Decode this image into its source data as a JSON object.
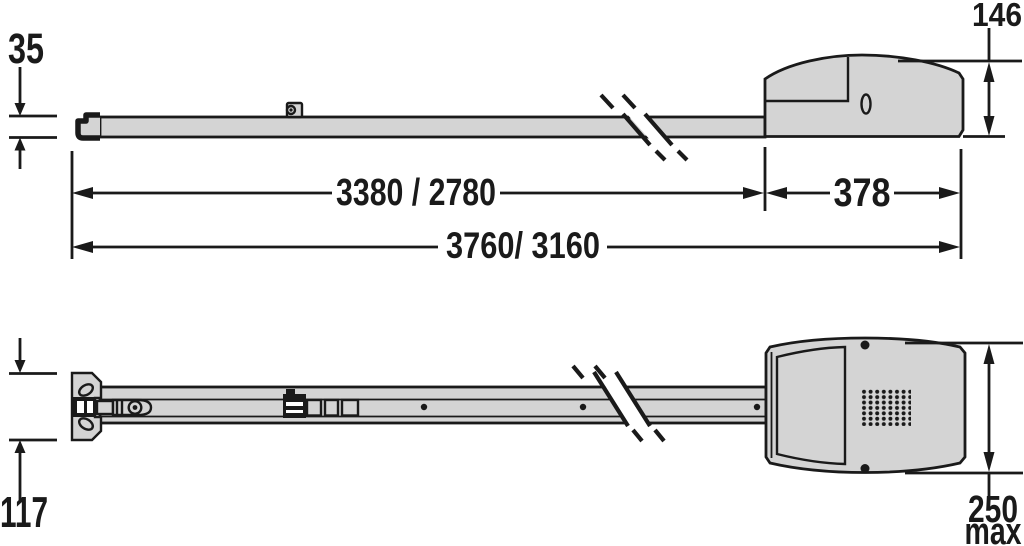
{
  "colors": {
    "part_fill": "#d4d4d4",
    "line_color": "#1a1a1a",
    "background": "#ffffff"
  },
  "dims": {
    "rail_height": "35",
    "head_height": "146",
    "rail_length": "3380 / 2780",
    "head_length": "378",
    "total_length": "3760/ 3160",
    "bracket_width": "117",
    "head_width": "250",
    "head_width_suffix": "max"
  }
}
